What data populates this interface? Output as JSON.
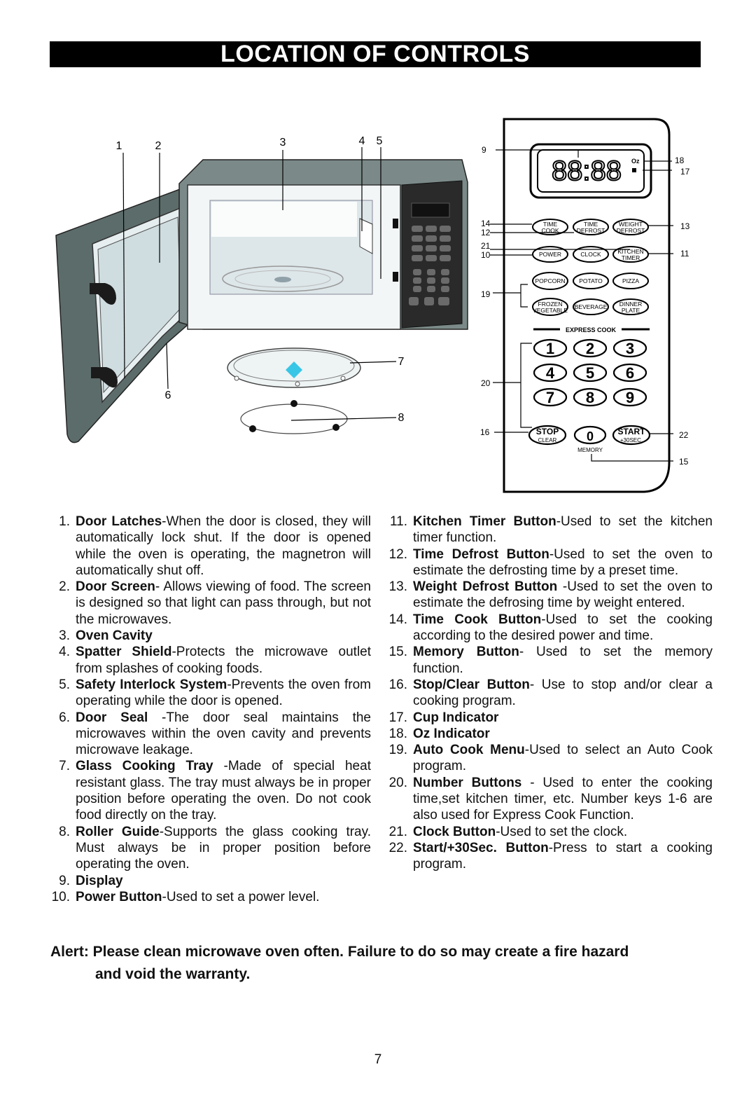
{
  "title": "LOCATION OF CONTROLS",
  "oven_callouts": [
    "1",
    "2",
    "3",
    "4",
    "5",
    "6",
    "7",
    "8"
  ],
  "panel": {
    "display": "88:88",
    "oz": "Oz",
    "callouts": [
      "9",
      "18",
      "17",
      "14",
      "12",
      "13",
      "21",
      "10",
      "11",
      "19",
      "20",
      "16",
      "22",
      "15"
    ],
    "row1": [
      "TIME|COOK",
      "TIME|DEFROST",
      "WEIGHT|DEFROST"
    ],
    "row2": [
      "POWER",
      "CLOCK",
      "KITCHEN|TIMER"
    ],
    "row3": [
      "POPCORN",
      "POTATO",
      "PIZZA"
    ],
    "row4": [
      "FROZEN|VEGETABLE",
      "BEVERAGE",
      "DINNER|PLATE"
    ],
    "express_cook": "EXPRESS COOK",
    "keys": [
      "1",
      "2",
      "3",
      "4",
      "5",
      "6",
      "7",
      "8",
      "9"
    ],
    "stop": "STOP",
    "clear": "CLEAR",
    "zero": "0",
    "start": "START",
    "plus30": "+30SEC.",
    "memory": "MEMORY"
  },
  "left_items": [
    {
      "num": "1.",
      "name": "Door Latches",
      "desc": "-When the door is closed, they will automatically lock shut. If the door is opened while the oven is operating, the magnetron will automatically shut off."
    },
    {
      "num": "2.",
      "name": "Door Screen",
      "desc": "- Allows viewing of food. The screen is designed so that light can pass through, but not the microwaves."
    },
    {
      "num": "3.",
      "name": "Oven Cavity",
      "desc": ""
    },
    {
      "num": "4.",
      "name": "Spatter Shield",
      "desc": "-Protects the microwave outlet from splashes of cooking foods."
    },
    {
      "num": "5.",
      "name": "Safety Interlock System",
      "desc": "-Prevents the oven from operating while the door is opened."
    },
    {
      "num": "6.",
      "name": "Door Seal",
      "desc": " -The door seal maintains the microwaves within the oven cavity and prevents microwave leakage."
    },
    {
      "num": "7.",
      "name": "Glass Cooking Tray",
      "desc": " -Made of special heat resistant glass. The tray must always be in proper position before operating the oven. Do not cook food directly on the tray."
    },
    {
      "num": "8.",
      "name": "Roller Guide",
      "desc": "-Supports the glass cooking tray. Must always be in proper position before operating the oven."
    },
    {
      "num": "9.",
      "name": "Display",
      "desc": ""
    },
    {
      "num": "10.",
      "name": "Power Button",
      "desc": "-Used to set a power level."
    }
  ],
  "right_items": [
    {
      "num": "11.",
      "name": "Kitchen Timer Button",
      "desc": "-Used to set the kitchen timer function."
    },
    {
      "num": "12.",
      "name": "Time Defrost Button",
      "desc": "-Used to set the oven to estimate the defrosting time by a preset time."
    },
    {
      "num": "13.",
      "name": "Weight Defrost Button",
      "desc": " -Used to set the oven to estimate the defrosing time by weight entered."
    },
    {
      "num": "14.",
      "name": "Time Cook Button",
      "desc": "-Used to set the cooking according to the desired power and time."
    },
    {
      "num": "15.",
      "name": "Memory Button",
      "desc": "- Used to set the memory function."
    },
    {
      "num": "16.",
      "name": "Stop/Clear Button",
      "desc": "- Use to stop and/or clear a cooking program."
    },
    {
      "num": "17.",
      "name": "Cup Indicator",
      "desc": ""
    },
    {
      "num": "18.",
      "name": "Oz Indicator",
      "desc": ""
    },
    {
      "num": "19.",
      "name": "Auto Cook Menu",
      "desc": "-Used to select an Auto Cook program."
    },
    {
      "num": "20.",
      "name": "Number Buttons",
      "desc": " - Used to enter the cooking time,set kitchen timer, etc. Number keys 1-6 are also used for Express Cook Function."
    },
    {
      "num": "21.",
      "name": "Clock Button",
      "desc": "-Used to set the clock."
    },
    {
      "num": "22.",
      "name": "Start/+30Sec. Button",
      "desc": "-Press to start a cooking program."
    }
  ],
  "alert": {
    "line1": "Alert: Please clean microwave oven often. Failure to do so may create a fire hazard",
    "line2": "and void the warranty."
  },
  "page_number": "7"
}
